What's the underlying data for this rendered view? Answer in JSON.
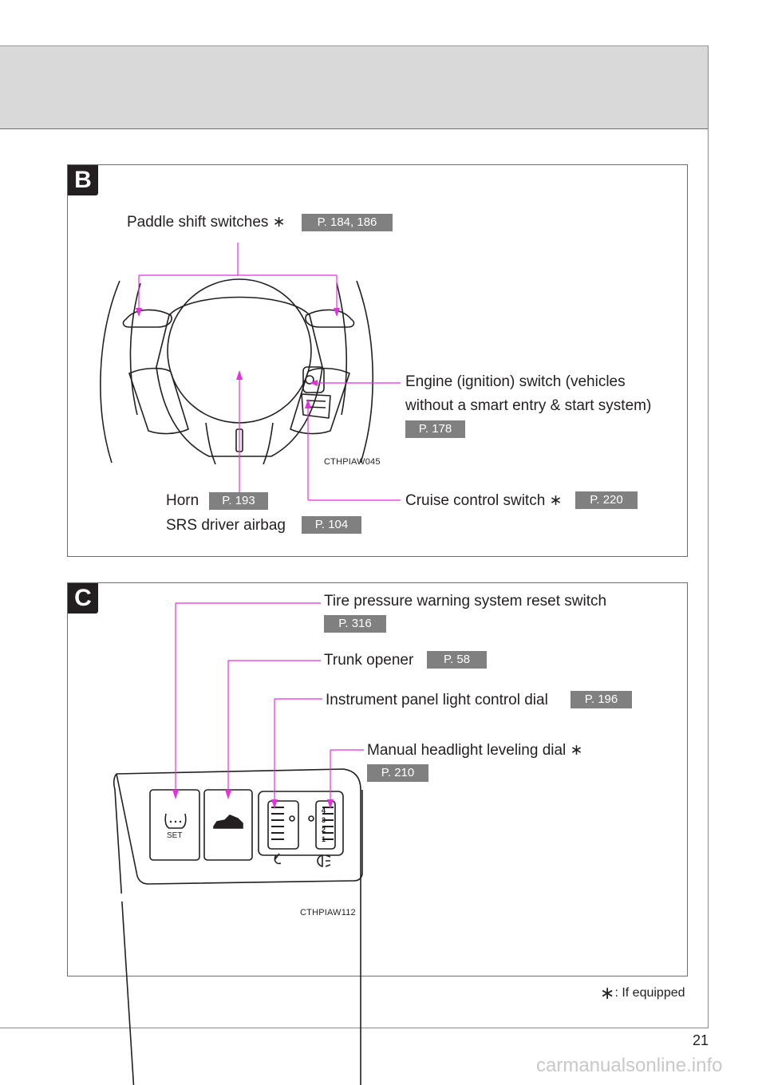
{
  "page": {
    "number": "21",
    "watermark": "carmanualsonline.info"
  },
  "section_b": {
    "badge": "B",
    "image_code": "CTHPIAW045",
    "paddle": {
      "label": "Paddle shift switches",
      "star": "∗",
      "ref": "P. 184, 186"
    },
    "engine": {
      "line1": "Engine (ignition) switch (vehicles",
      "line2": "without a smart entry & start system)",
      "ref": "P. 178"
    },
    "horn": {
      "label": "Horn",
      "ref": "P. 193"
    },
    "airbag": {
      "label": "SRS driver airbag",
      "ref": "P. 104"
    },
    "cruise": {
      "label": "Cruise control switch",
      "star": "∗",
      "ref": "P. 220"
    }
  },
  "section_c": {
    "badge": "C",
    "image_code": "CTHPIAW112",
    "tire": {
      "label": "Tire pressure warning system reset switch",
      "ref": "P. 316"
    },
    "trunk": {
      "label": "Trunk opener",
      "ref": "P. 58"
    },
    "instrument": {
      "label": "Instrument panel light control dial",
      "ref": "P. 196"
    },
    "headlight": {
      "label": "Manual headlight leveling dial",
      "star": "∗",
      "ref": "P. 210"
    },
    "set_text": "SET",
    "dial_numbers": [
      "4",
      "3",
      "2",
      "1"
    ]
  },
  "footnote": {
    "star": "∗",
    "text": ": If equipped"
  },
  "colors": {
    "callout": "#e82ee0",
    "ref_badge": "#808080",
    "header_band": "#d9d9d9"
  }
}
